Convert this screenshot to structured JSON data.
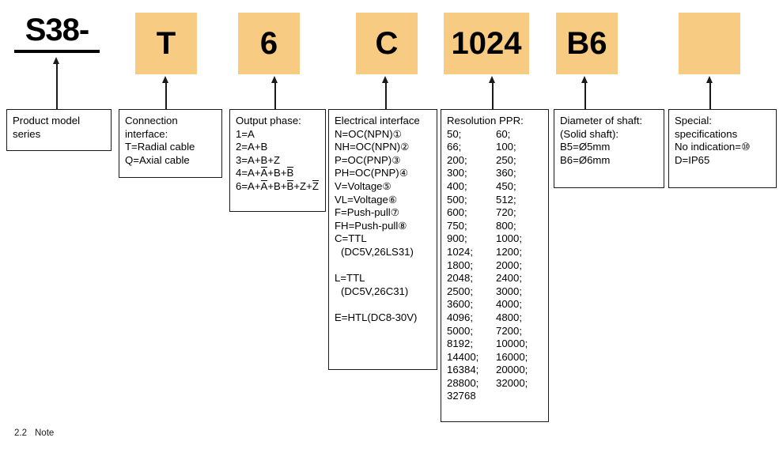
{
  "document": {
    "footer": {
      "number": "2.2",
      "label": "Note"
    }
  },
  "colors": {
    "code_fill": "#f7cb81",
    "line": "#1a1a1a",
    "background": "#ffffff"
  },
  "model_string": {
    "segments": [
      {
        "code": "S38-",
        "style": "underlined"
      },
      {
        "code": "T",
        "style": "orange"
      },
      {
        "code": "6",
        "style": "orange"
      },
      {
        "code": "C",
        "style": "orange"
      },
      {
        "code": "1024",
        "style": "orange"
      },
      {
        "code": "B6",
        "style": "orange"
      },
      {
        "code": "",
        "style": "orange"
      }
    ]
  },
  "legend": {
    "product_series": {
      "lines": [
        "Product model",
        "series"
      ]
    },
    "connection_interface": {
      "lines": [
        "Connection",
        "interface:",
        "T=Radial cable",
        "Q=Axial cable"
      ]
    },
    "output_phase": {
      "title": "Output phase:",
      "options": [
        {
          "prefix": "1=A",
          "parts": []
        },
        {
          "prefix": "2=A+B",
          "parts": []
        },
        {
          "prefix": "3=A+B+Z",
          "parts": []
        },
        {
          "prefix": "4=A+",
          "parts": [
            "A",
            "+B+",
            "B"
          ]
        },
        {
          "prefix": "6=A+",
          "parts": [
            "A",
            "+B+",
            "B",
            "+Z+",
            "Z"
          ]
        }
      ]
    },
    "electrical_interface": {
      "title": "Electrical interface",
      "options": [
        {
          "text": "N=OC(NPN)",
          "mark": "①"
        },
        {
          "text": "NH=OC(NPN)",
          "mark": "②"
        },
        {
          "text": "P=OC(PNP)",
          "mark": "③"
        },
        {
          "text": "PH=OC(PNP)",
          "mark": "④"
        },
        {
          "text": "V=Voltage",
          "mark": "⑤"
        },
        {
          "text": "VL=Voltage",
          "mark": "⑥"
        },
        {
          "text": "F=Push-pull",
          "mark": "⑦"
        },
        {
          "text": "FH=Push-pull",
          "mark": "⑧"
        },
        {
          "text": "C=TTL",
          "mark": ""
        },
        {
          "text": "(DC5V,26LS31)",
          "mark": "",
          "indent": true
        },
        {
          "text": "",
          "mark": "",
          "spacer": true
        },
        {
          "text": "L=TTL",
          "mark": ""
        },
        {
          "text": "(DC5V,26C31)",
          "mark": "",
          "indent": true
        },
        {
          "text": "",
          "mark": "",
          "spacer": true
        },
        {
          "text": "E=HTL(DC8-30V)",
          "mark": ""
        }
      ]
    },
    "resolution": {
      "title": "Resolution  PPR:",
      "rows": [
        [
          "50;",
          "60;"
        ],
        [
          "66;",
          "100;"
        ],
        [
          "200;",
          "250;"
        ],
        [
          "300;",
          "360;"
        ],
        [
          "400;",
          "450;"
        ],
        [
          "500;",
          "512;"
        ],
        [
          "600;",
          "720;"
        ],
        [
          "750;",
          "800;"
        ],
        [
          "900;",
          "1000;"
        ],
        [
          "1024;",
          "1200;"
        ],
        [
          "1800;",
          "2000;"
        ],
        [
          "2048;",
          "2400;"
        ],
        [
          "2500;",
          "3000;"
        ],
        [
          "3600;",
          "4000;"
        ],
        [
          "4096;",
          "4800;"
        ],
        [
          "5000;",
          "7200;"
        ],
        [
          "8192;",
          "10000;"
        ],
        [
          "14400;",
          "16000;"
        ],
        [
          "16384;",
          "20000;"
        ],
        [
          "28800;",
          "32000;"
        ],
        [
          "32768",
          ""
        ]
      ]
    },
    "shaft_diameter": {
      "lines": [
        "Diameter of shaft:",
        "(Solid shaft):",
        "B5=Ø5mm",
        "B6=Ø6mm"
      ]
    },
    "special_spec": {
      "lines": [
        "Special:",
        "specifications",
        "No indication=⑩",
        "D=IP65"
      ]
    }
  }
}
